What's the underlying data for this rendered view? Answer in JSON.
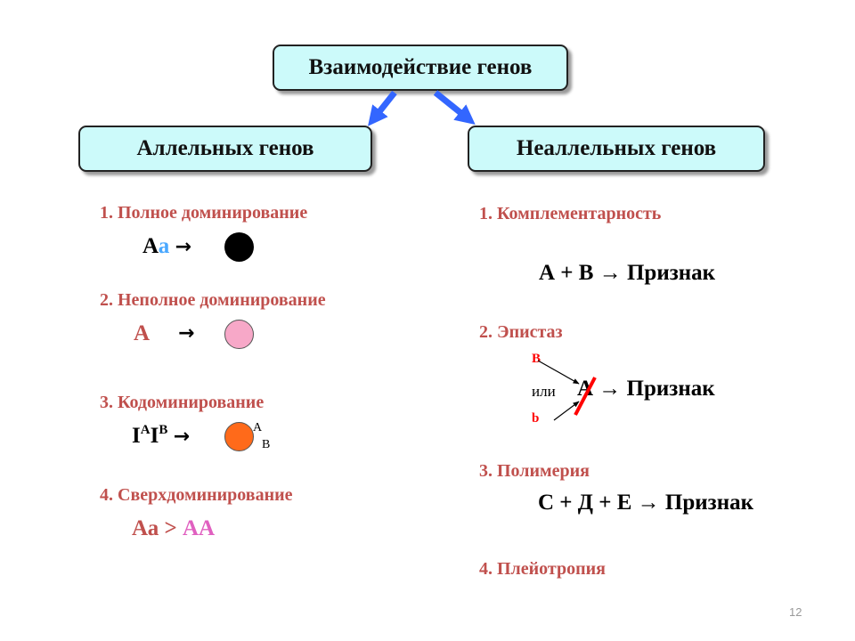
{
  "title_box": "Взаимодействие генов",
  "left_box": "Аллельных генов",
  "right_box": "Неаллельных генов",
  "left_items": [
    {
      "heading": "1. Полное доминирование",
      "formula_A": "А",
      "formula_a": "а",
      "arrow": "→"
    },
    {
      "heading": "2. Неполное доминирование",
      "formula": "А",
      "arrow": "→"
    },
    {
      "heading": "3. Кодоминирование",
      "formula_I1": "I",
      "sup_A": "A",
      "formula_I2": "I",
      "sup_B": "B",
      "arrow": "→",
      "label_A": "A",
      "label_B": "B"
    },
    {
      "heading": "4. Сверхдоминирование",
      "formula_Aa": "Аа",
      "gt": ">",
      "formula_AA": "АА"
    }
  ],
  "right_items": [
    {
      "heading": "1. Комплементарность",
      "formula": "А + В → Признак"
    },
    {
      "heading": "2. Эпистаз",
      "B_label": "B",
      "ili": "или",
      "formula": "А → Признак",
      "b_label": "b"
    },
    {
      "heading": "3. Полимерия",
      "formula": "С + Д + Е → Признак"
    },
    {
      "heading": "4. Плейотропия"
    }
  ],
  "colors": {
    "heading": "#c0504d",
    "box_fill": "#ccfafa",
    "arrow_blue": "#3366ff",
    "light_blue_a": "#4aa8ff",
    "circle_black": "#000000",
    "circle_pink": "#f7a8c8",
    "circle_orange": "#ff6a1a",
    "pink_text": "#e060c0",
    "red_marks": "#ff0000"
  },
  "page_number": "12"
}
